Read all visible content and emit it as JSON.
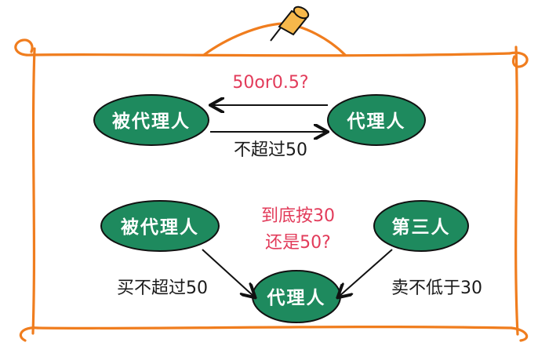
{
  "diagram": {
    "top": {
      "left_node": "被代理人",
      "right_node": "代理人",
      "arrow_top_label": "50or0.5?",
      "arrow_bottom_label": "不超过50"
    },
    "bottom": {
      "left_node": "被代理人",
      "right_node": "第三人",
      "center_node": "代理人",
      "left_arrow_label": "买不超过50",
      "right_arrow_label": "卖不低于30",
      "question_line1": "到底按30",
      "question_line2": "还是50?"
    }
  },
  "colors": {
    "node_fill": "#1e8a5e",
    "node_stroke": "#111111",
    "frame": "#f07d1e",
    "question_text": "#e23b5a"
  },
  "icons": [
    "pushpin-icon"
  ]
}
